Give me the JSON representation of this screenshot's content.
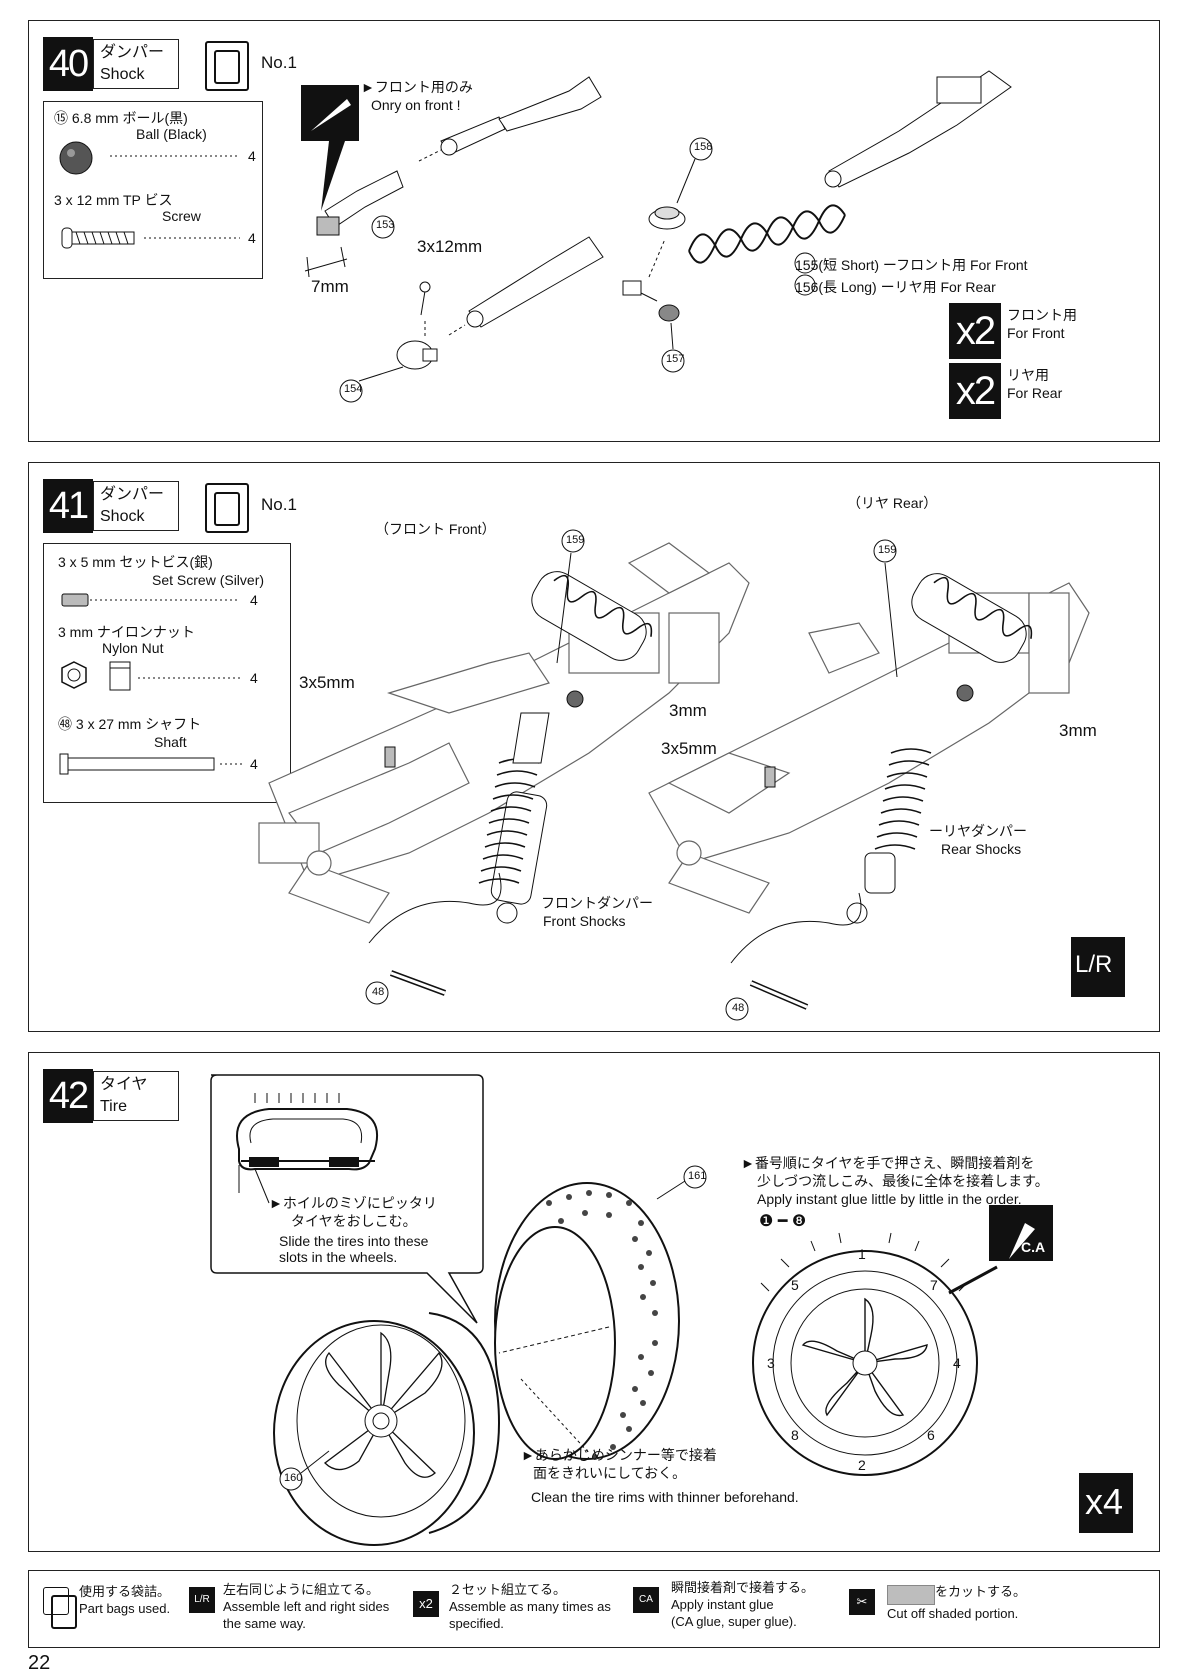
{
  "steps": [
    {
      "number": "40",
      "title_jp": "ダンパー",
      "title_en": "Shock",
      "bag": "No.1",
      "parts": [
        {
          "line1": "⑮ 6.8 mm ボール(黒)",
          "line2": "Ball (Black)",
          "qty": "4"
        },
        {
          "line1": "3 x 12 mm TP ビス",
          "line2": "Screw",
          "qty": "4"
        }
      ],
      "notes": {
        "front_only_jp": "►フロント用のみ",
        "front_only_en": "Onry on front !",
        "dim_7mm": "7mm",
        "screw_3x12": "3x12mm",
        "callout_153": "153",
        "callout_154": "154",
        "callout_158": "158",
        "callout_157": "157",
        "spring_short": "155(短  Short) ーフロント用  For Front",
        "spring_long": "156(長  Long) ーリヤ用  For Rear"
      },
      "multipliers": [
        {
          "badge": "x2",
          "jp": "フロント用",
          "en": "For Front"
        },
        {
          "badge": "x2",
          "jp": "リヤ用",
          "en": "For Rear"
        }
      ]
    },
    {
      "number": "41",
      "title_jp": "ダンパー",
      "title_en": "Shock",
      "bag": "No.1",
      "parts": [
        {
          "line1": "3 x 5 mm セットビス(銀)",
          "line2": "Set Screw (Silver)",
          "qty": "4"
        },
        {
          "line1": "3 mm ナイロンナット",
          "line2": "Nylon Nut",
          "qty": "4"
        },
        {
          "line1": "㊽ 3 x 27 mm シャフト",
          "line2": "Shaft",
          "qty": "4"
        }
      ],
      "notes": {
        "front_label": "（フロント   Front）",
        "rear_label": "（リヤ   Rear）",
        "callout_159a": "159",
        "callout_159b": "159",
        "set_screw_a": "3x5mm",
        "set_screw_b": "3x5mm",
        "nut_a": "3mm",
        "nut_b": "3mm",
        "front_shocks_jp": "フロントダンパー",
        "front_shocks_en": "Front Shocks",
        "rear_shocks_jp": "ーリヤダンパー",
        "rear_shocks_en": "Rear Shocks",
        "callout_48a": "48",
        "callout_48b": "48",
        "lr_badge": "L/R"
      }
    },
    {
      "number": "42",
      "title_jp": "タイヤ",
      "title_en": "Tire",
      "notes": {
        "slide_jp1": "►ホイルのミゾにピッタリ",
        "slide_jp2": "タイヤをおしこむ。",
        "slide_en1": "Slide the tires into these",
        "slide_en2": "slots in the wheels.",
        "glue_jp1": "►番号順にタイヤを手で押さえ、瞬間接着剤を",
        "glue_jp2": "少しづつ流しこみ、最後に全体を接着します。",
        "glue_en": "Apply instant glue little by little in the order.",
        "order": "❶ ━ ❽",
        "clean_jp1": "►あらかじめシンナー等で接着",
        "clean_jp2": "面をきれいにしておく。",
        "clean_en": "Clean the tire rims with thinner beforehand.",
        "callout_161": "161",
        "callout_160": "160",
        "ca_label": "C.A",
        "times": "x4",
        "glue_order": [
          "1",
          "7",
          "4",
          "6",
          "2",
          "8",
          "3",
          "5"
        ]
      }
    }
  ],
  "legend": [
    {
      "jp": "使用する袋詰。",
      "en": "Part bags used."
    },
    {
      "icon": "L/R",
      "jp": "左右同じように組立てる。",
      "en1": "Assemble left and right sides",
      "en2": "the same way."
    },
    {
      "icon": "x2",
      "jp": "２セット組立てる。",
      "en1": "Assemble as many times as",
      "en2": "specified."
    },
    {
      "icon": "CA",
      "jp": "瞬間接着剤で接着する。",
      "en1": "Apply instant glue",
      "en2": "(CA glue, super glue)."
    },
    {
      "jp": "をカットする。",
      "en": "Cut off shaded portion."
    }
  ],
  "page_number": "22",
  "colors": {
    "ink": "#111111",
    "shade": "#bdbdbd",
    "paper": "#ffffff"
  }
}
